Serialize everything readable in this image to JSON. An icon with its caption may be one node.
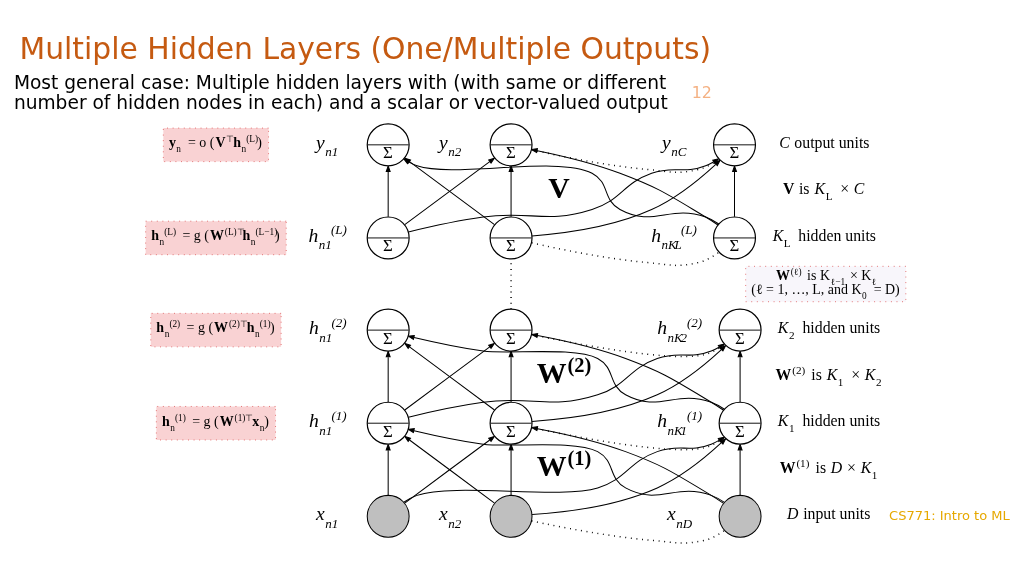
{
  "diagram": {
    "title": "Multiple Hidden Layers (One/Multiple Outputs)",
    "nodes": [
      {
        "text": [
          "**y**$_{n}$ = o (**V**$^{⊤}$**h**$_{n}$$^{(L)}$)"
        ]
      },
      {
        "text": [
          "Σ"
        ],
        "beside": [
          "y$_{n1}$"
        ]
      },
      {
        "text": [
          "Σ"
        ],
        "beside": [
          "y$_{n2}$"
        ]
      },
      {
        "text": [
          "Σ"
        ],
        "beside": [
          "y$_{nC}$"
        ]
      },
      {
        "text": [
          "**h**$_{n}$$^{(L)}$ = g (**W**$^{(L)⊤}$**h**$_{n}$$^{(L−1)}$)"
        ]
      },
      {
        "text": [
          "Σ"
        ],
        "beside": [
          "h$_{n1}$$^{(L)}$"
        ]
      },
      {
        "text": [
          "Σ"
        ]
      },
      {
        "text": [
          "Σ"
        ],
        "beside": [
          "h$_{nK}$$_{L}$$^{(L)}$"
        ]
      },
      {
        "text": [
          "**W**$^{(ℓ)}$ is K$_{ℓ−1}$ × K$_{ℓ}$",
          "(ℓ = 1, …, L, and K$_{0}$ = D)"
        ]
      },
      {
        "text": [
          "**h**$_{n}$$^{(2)}$ = g (**W**$^{(2)⊤}$**h**$_{n}$$^{(1)}$)"
        ]
      },
      {
        "text": [
          "Σ"
        ],
        "beside": [
          "h$_{n1}$$^{(2)}$"
        ]
      },
      {
        "text": [
          "Σ"
        ]
      },
      {
        "text": [
          "Σ"
        ],
        "beside": [
          "h$_{nK}$$_{2}$$^{(2)}$"
        ]
      },
      {
        "text": [
          "**h**$_{n}$$^{(1)}$ = g (**W**$^{(1)⊤}$**x**$_{n}$)"
        ]
      },
      {
        "text": [
          "Σ"
        ],
        "beside": [
          "h$_{n1}$$^{(1)}$"
        ]
      },
      {
        "text": [
          "Σ"
        ]
      },
      {
        "text": [
          "Σ"
        ],
        "beside": [
          "h$_{nK}$$_{1}$$^{(1)}$"
        ]
      },
      {
        "text": [],
        "shape": "circle",
        "beside": [
          "x$_{n1}$"
        ]
      },
      {
        "text": [],
        "shape": "circle",
        "beside": [
          "x$_{n2}$"
        ]
      },
      {
        "text": [],
        "shape": "circle",
        "beside": [
          "x$_{nD}$"
        ]
      }
    ],
    "edges": [
      {
        "from": 2,
        "to": 3,
        "arrow": "none",
        "style": "dashed"
      },
      {
        "from": 5,
        "to": 1,
        "arrow": "to"
      },
      {
        "from": 5,
        "to": 2,
        "arrow": "to"
      },
      {
        "from": 5,
        "to": 3,
        "arrow": "to"
      },
      {
        "from": 6,
        "to": 1,
        "arrow": "to"
      },
      {
        "from": 6,
        "to": 2,
        "arrow": "to"
      },
      {
        "from": 6,
        "to": 3,
        "arrow": "to"
      },
      {
        "from": 7,
        "to": 1,
        "arrow": "to"
      },
      {
        "from": 7,
        "to": 2,
        "arrow": "to"
      },
      {
        "from": 7,
        "to": 3,
        "arrow": "to"
      },
      {
        "from": 6,
        "to": 7,
        "arrow": "none",
        "style": "dashed"
      },
      {
        "from": 11,
        "to": 6,
        "arrow": "none",
        "style": "dashed"
      },
      {
        "from": 11,
        "to": 12,
        "arrow": "none",
        "style": "dashed"
      },
      {
        "from": 14,
        "to": 10,
        "arrow": "to"
      },
      {
        "from": 14,
        "to": 11,
        "arrow": "to"
      },
      {
        "from": 14,
        "to": 12,
        "arrow": "to"
      },
      {
        "from": 15,
        "to": 10,
        "arrow": "to"
      },
      {
        "from": 15,
        "to": 11,
        "arrow": "to"
      },
      {
        "from": 15,
        "to": 12,
        "arrow": "to"
      },
      {
        "from": 16,
        "to": 10,
        "arrow": "to"
      },
      {
        "from": 16,
        "to": 11,
        "arrow": "to"
      },
      {
        "from": 16,
        "to": 12,
        "arrow": "to"
      },
      {
        "from": 15,
        "to": 16,
        "arrow": "none",
        "style": "dashed"
      },
      {
        "from": 17,
        "to": 14,
        "arrow": "to"
      },
      {
        "from": 17,
        "to": 15,
        "arrow": "to"
      },
      {
        "from": 17,
        "to": 16,
        "arrow": "to"
      },
      {
        "from": 18,
        "to": 14,
        "arrow": "to"
      },
      {
        "from": 18,
        "to": 15,
        "arrow": "to"
      },
      {
        "from": 18,
        "to": 16,
        "arrow": "to"
      },
      {
        "from": 19,
        "to": 14,
        "arrow": "to"
      },
      {
        "from": 19,
        "to": 15,
        "arrow": "to"
      },
      {
        "from": 19,
        "to": 16,
        "arrow": "to"
      },
      {
        "from": 18,
        "to": 19,
        "arrow": "none",
        "style": "dashed"
      }
    ],
    "labels": [
      "12",
      "Most general case: Multiple hidden layers with (with same or different number of hidden nodes in each) and a scalar or vector-valued output",
      "*C* output units",
      "V",
      "**V** is *K*$_{L}$ × *C*",
      "*K*$_{L}$ hidden units",
      "*K*$_{2}$ hidden units",
      "W$^{(2)}$",
      "**W**$^{(2)}$ is *K*$_{1}$ × *K*$_{2}$",
      "*K*$_{1}$ hidden units",
      "W$^{(1)}$",
      "**W**$^{(1)}$ is *D* × *K*$_{1}$",
      "*D* input units",
      "CS771: Intro to ML"
    ]
  }
}
